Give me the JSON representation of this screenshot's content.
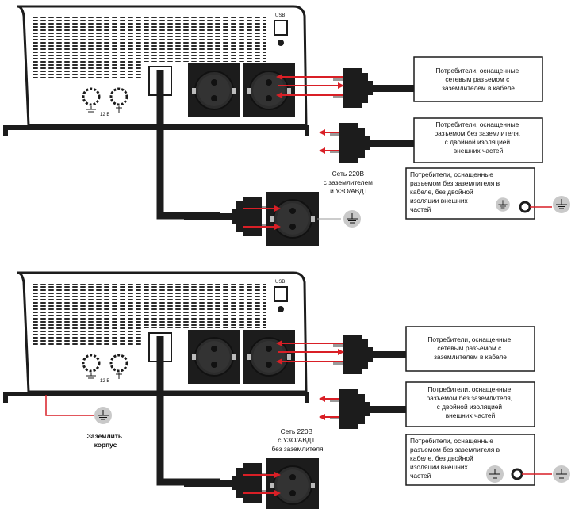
{
  "common": {
    "usb_label": "USB",
    "voltage_label": "12 В",
    "text_color": "#111111",
    "arrow_color": "#d91f26",
    "dark_color": "#1c1c1c",
    "ground_symbol_color": "#c9c9c9",
    "ground_wire_color": "#d91f26"
  },
  "top": {
    "network_label": [
      "Сеть 220В",
      "с заземлителем",
      "и УЗО/АВДТ"
    ],
    "box1_lines": [
      "Потребители, оснащенные",
      "сетевым разъемом с",
      "заземлителем в кабеле"
    ],
    "box2_lines": [
      "Потребители, оснащенные",
      "разъемом без заземлителя,",
      "с двойной изоляцией",
      "внешних частей"
    ],
    "box3_lines": [
      "Потребители, оснащенные",
      "разъемом без заземлителя в",
      "кабеле, без двойной",
      "изоляции внешних",
      "частей"
    ]
  },
  "bottom": {
    "network_label": [
      "Сеть 220В",
      "с УЗО/АВДТ",
      "без заземлителя"
    ],
    "ground_label": [
      "Заземлить",
      "корпус"
    ],
    "box1_lines": [
      "Потребители, оснащенные",
      "сетевым разъемом с",
      "заземлителем в кабеле"
    ],
    "box2_lines": [
      "Потребители, оснащенные",
      "разъемом без заземлителя,",
      "с двойной изоляцией",
      "внешних частей"
    ],
    "box3_lines": [
      "Потребители, оснащенные",
      "разъемом без заземлителя в",
      "кабеле, без двойной",
      "изоляции внешних",
      "частей"
    ]
  }
}
